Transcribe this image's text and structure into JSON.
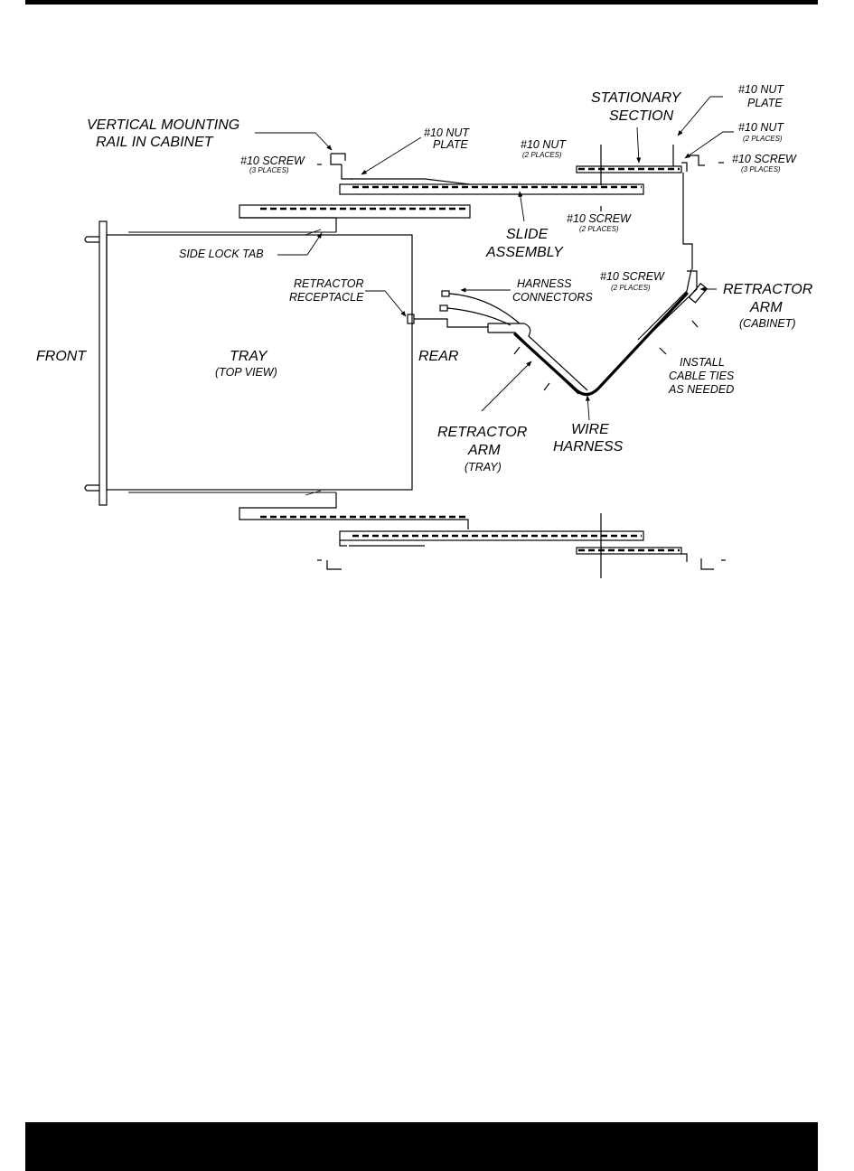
{
  "labels": {
    "vertical_mounting_1": "VERTICAL MOUNTING",
    "vertical_mounting_2": "RAIL IN CABINET",
    "screw_left": "#10 SCREW",
    "screw_left_places": "(3 PLACES)",
    "nut_plate_left_1": "#10 NUT",
    "nut_plate_left_2": "PLATE",
    "nut_mid": "#10 NUT",
    "nut_mid_places": "(2 PLACES)",
    "stationary_1": "STATIONARY",
    "stationary_2": "SECTION",
    "nut_plate_right_1": "#10 NUT",
    "nut_plate_right_2": "PLATE",
    "nut_right": "#10 NUT",
    "nut_right_places": "(2 PLACES)",
    "screw_right": "#10 SCREW",
    "screw_right_places": "(3 PLACES)",
    "screw_mid": "#10 SCREW",
    "screw_mid_places": "(2 PLACES)",
    "slide_1": "SLIDE",
    "slide_2": "ASSEMBLY",
    "side_lock_tab": "SIDE LOCK TAB",
    "retractor_receptacle_1": "RETRACTOR",
    "retractor_receptacle_2": "RECEPTACLE",
    "harness_connectors_1": "HARNESS",
    "harness_connectors_2": "CONNECTORS",
    "screw_cab": "#10 SCREW",
    "screw_cab_places": "(2 PLACES)",
    "retractor_arm_cab_1": "RETRACTOR",
    "retractor_arm_cab_2": "ARM",
    "retractor_arm_cab_3": "(CABINET)",
    "front": "FRONT",
    "tray": "TRAY",
    "tray_sub": "(TOP VIEW)",
    "rear": "REAR",
    "install_1": "INSTALL",
    "install_2": "CABLE TIES",
    "install_3": "AS NEEDED",
    "retractor_arm_tray_1": "RETRACTOR",
    "retractor_arm_tray_2": "ARM",
    "retractor_arm_tray_3": "(TRAY)",
    "wire_1": "WIRE",
    "wire_2": "HARNESS"
  }
}
